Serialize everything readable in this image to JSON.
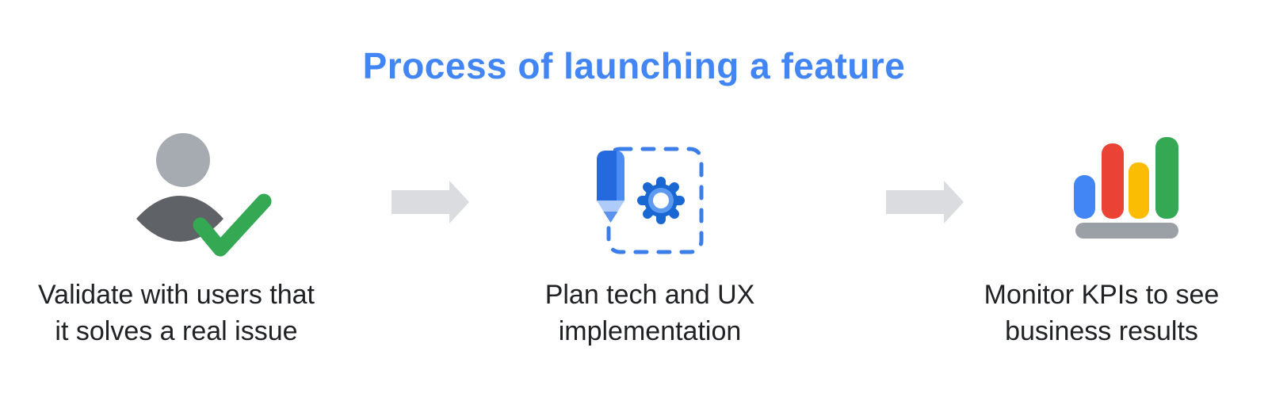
{
  "title": {
    "text": "Process of launching a feature",
    "color": "#4285F4"
  },
  "steps": [
    {
      "name": "validate",
      "icon": "person-check-icon",
      "caption_line1": "Validate with users that",
      "caption_line2": "it solves a real issue"
    },
    {
      "name": "plan",
      "icon": "pencil-gear-icon",
      "caption_line1": "Plan tech and UX",
      "caption_line2": "implementation"
    },
    {
      "name": "monitor",
      "icon": "bar-chart-icon",
      "caption_line1": "Monitor KPIs to see",
      "caption_line2": "business results"
    }
  ],
  "colors": {
    "title_blue": "#4285F4",
    "person_head_gray": "#A5ABB1",
    "person_body_gray": "#5F6368",
    "check_green": "#34A853",
    "arrow_gray": "#DADCE0",
    "dashed_border_blue": "#3B7DE9",
    "pencil_body_dark": "#2569DE",
    "pencil_body_light": "#4C8DF5",
    "pencil_wood_light": "#AECBFA",
    "pencil_tip_blue": "#5B92F0",
    "gear_blue": "#1967D2",
    "gear_ring_light": "#5E9AEF",
    "bar_blue": "#4285F4",
    "bar_red": "#EA4335",
    "bar_yellow": "#FBBC04",
    "bar_green": "#34A853",
    "bar_base_gray": "#9AA0A6",
    "caption_text": "#202124"
  }
}
